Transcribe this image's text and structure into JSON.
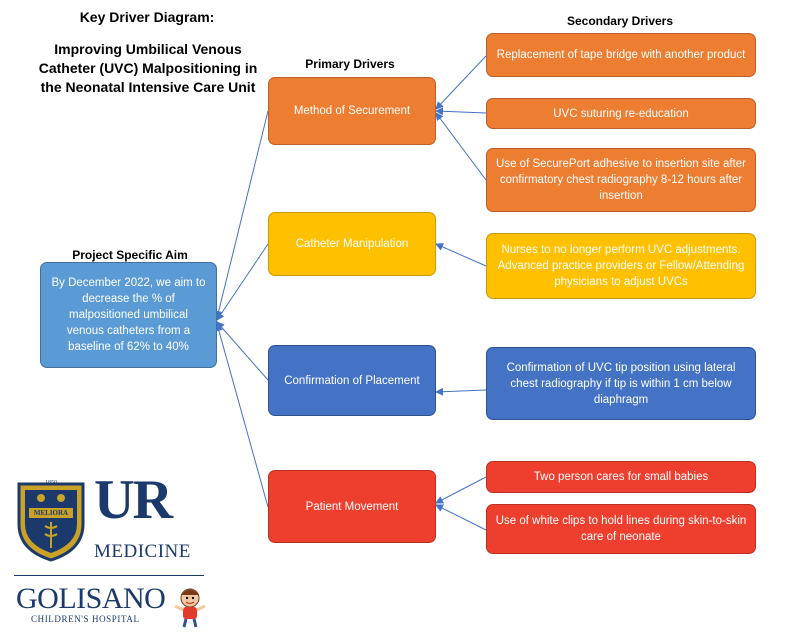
{
  "title": "Key Driver Diagram:",
  "subtitle": "Improving Umbilical Venous Catheter (UVC) Malpositioning in the Neonatal Intensive Care Unit",
  "headers": {
    "aim": "Project Specific Aim",
    "primary": "Primary Drivers",
    "secondary": "Secondary Drivers"
  },
  "aim": "By December 2022, we aim to decrease the % of malpositioned umbilical venous catheters from a baseline of 62% to 40%",
  "primary_drivers": [
    {
      "label": "Method of Securement",
      "color": "#ED7D31"
    },
    {
      "label": "Catheter Manipulation",
      "color": "#FFC000"
    },
    {
      "label": "Confirmation of Placement",
      "color": "#4472C4"
    },
    {
      "label": "Patient Movement",
      "color": "#EE3F2E"
    }
  ],
  "secondary_drivers": [
    {
      "label": "Replacement of tape bridge with another product",
      "color": "#ED7D31"
    },
    {
      "label": "UVC suturing re-education",
      "color": "#ED7D31"
    },
    {
      "label": "Use of SecurePort adhesive to insertion site after confirmatory chest radiography 8-12 hours after insertion",
      "color": "#ED7D31"
    },
    {
      "label": "Nurses to no longer perform UVC adjustments. Advanced practice providers or Fellow/Attending physicians to adjust UVCs",
      "color": "#FFC000"
    },
    {
      "label": "Confirmation of UVC tip position using lateral chest radiography if tip is within 1 cm below diaphragm",
      "color": "#4472C4"
    },
    {
      "label": "Two person cares for small babies",
      "color": "#EE3F2E"
    },
    {
      "label": "Use of white clips to hold lines during skin-to-skin care of neonate",
      "color": "#EE3F2E"
    }
  ],
  "logos": {
    "seal_year": "1850",
    "seal_motto": "MELIORA",
    "ur": "UR",
    "medicine": "MEDICINE",
    "golisano": "GOLISANO",
    "childrens": "CHILDREN'S HOSPITAL"
  }
}
